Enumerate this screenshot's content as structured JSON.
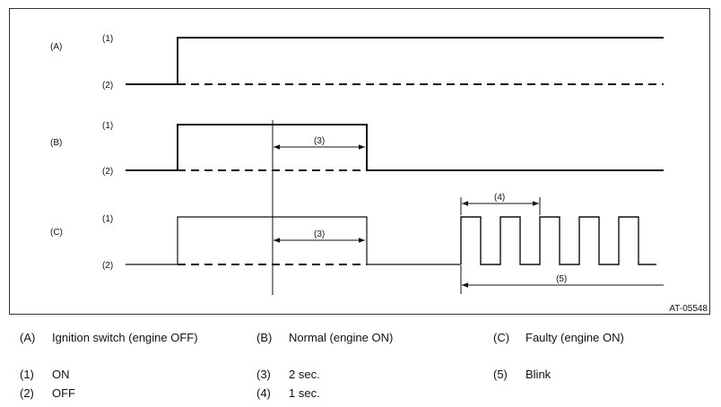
{
  "figure_code": "AT-05548",
  "rows": [
    {
      "id": "(A)",
      "on_label": "(1)",
      "off_label": "(2)"
    },
    {
      "id": "(B)",
      "on_label": "(1)",
      "off_label": "(2)"
    },
    {
      "id": "(C)",
      "on_label": "(1)",
      "off_label": "(2)"
    }
  ],
  "dimension_labels": {
    "two_sec_b": "(3)",
    "two_sec_c": "(3)",
    "one_sec": "(4)",
    "blink": "(5)"
  },
  "legend": [
    {
      "key": "(A)",
      "text": "Ignition switch (engine OFF)"
    },
    {
      "key": "(B)",
      "text": "Normal (engine ON)"
    },
    {
      "key": "(C)",
      "text": "Faulty (engine ON)"
    },
    {
      "key": "(1)",
      "text": "ON"
    },
    {
      "key": "(3)",
      "text": "2 sec."
    },
    {
      "key": "(5)",
      "text": "Blink"
    },
    {
      "key": "(2)",
      "text": "OFF"
    },
    {
      "key": "(4)",
      "text": "1 sec."
    }
  ]
}
